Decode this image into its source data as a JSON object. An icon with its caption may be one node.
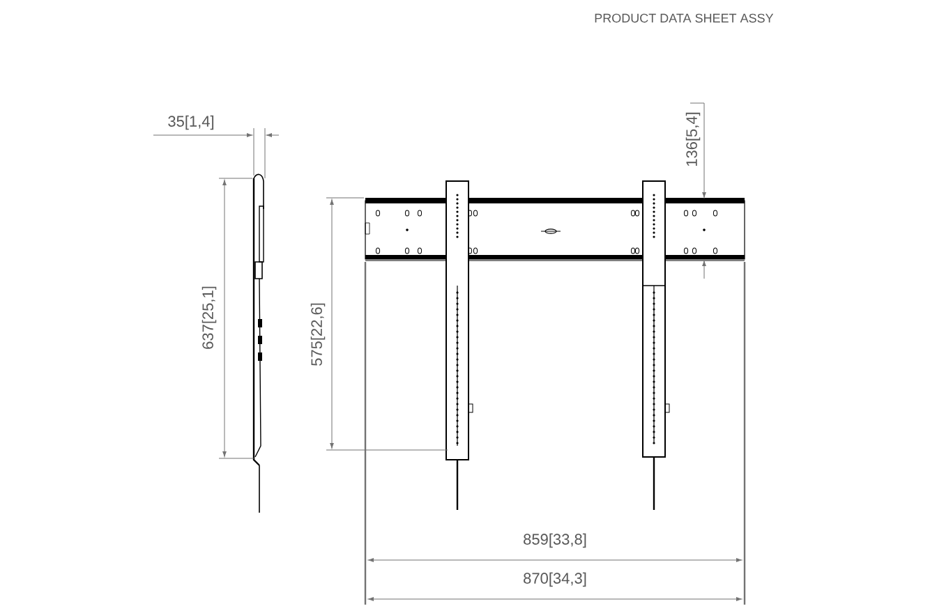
{
  "diagram": {
    "title": "PRODUCT DATA SHEET ASSY",
    "labels": [
      "35[1,4]",
      "637[25,1]",
      "575[22,6]",
      "136[5,4]",
      "859[33,8]",
      "870[34,3]"
    ]
  }
}
